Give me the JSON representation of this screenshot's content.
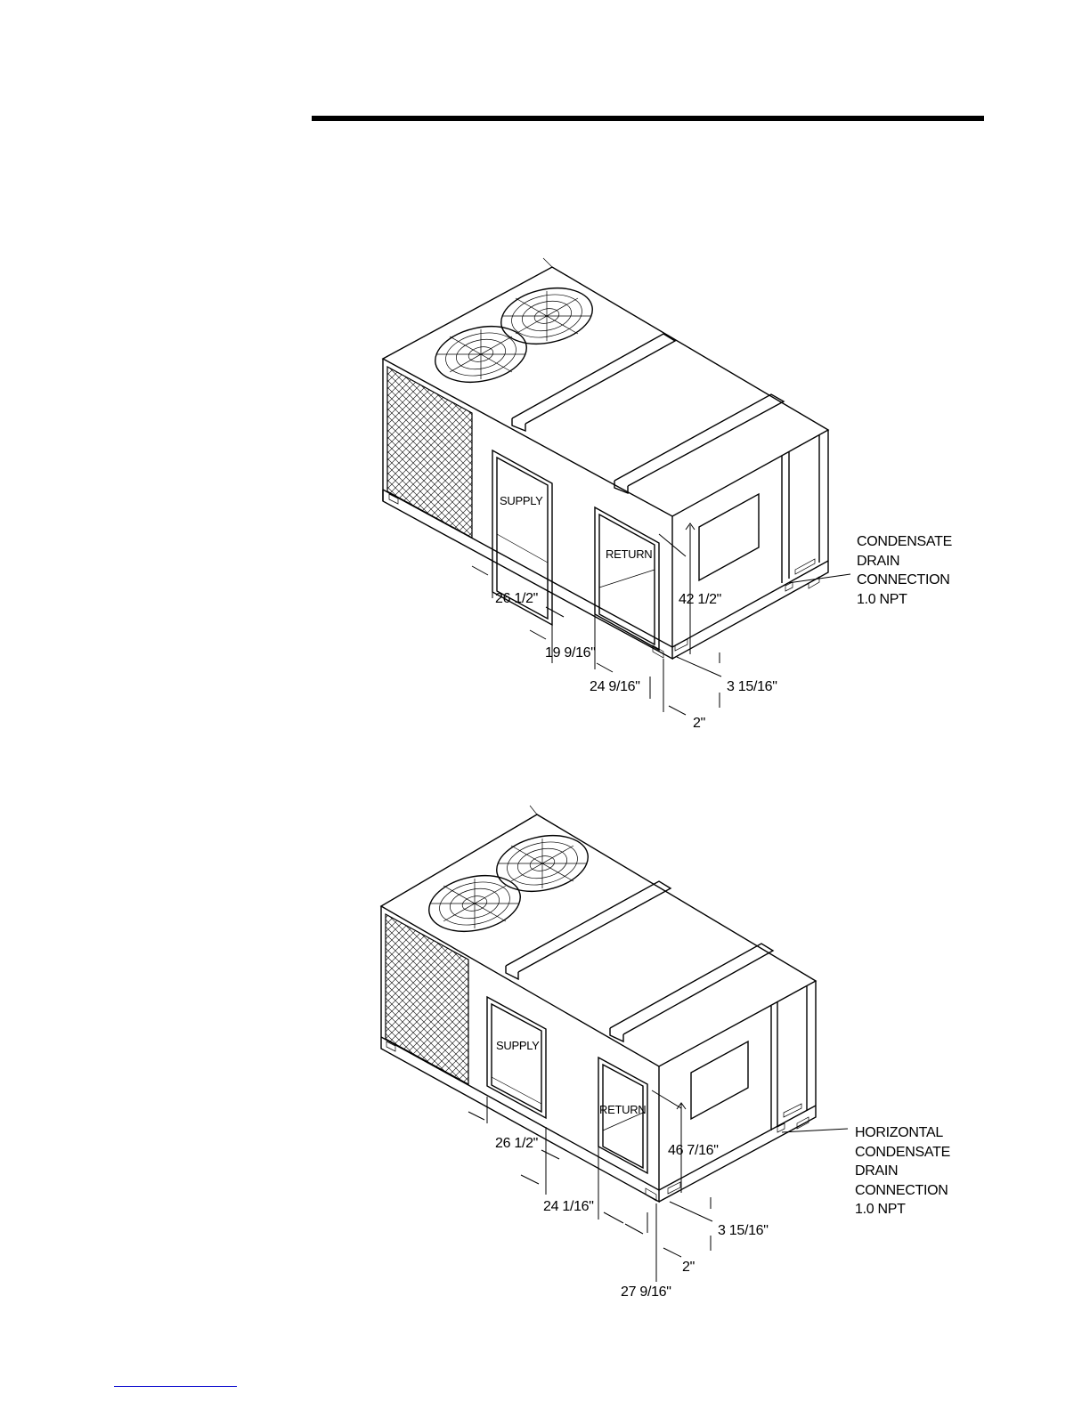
{
  "header": {
    "rule_color": "#000000"
  },
  "figures": [
    {
      "supply_label": "SUPPLY",
      "return_label": "RETURN",
      "dimensions": {
        "d1": "26 1/2\"",
        "d2": "19 9/16\"",
        "d3": "24 9/16\"",
        "d4": "2\"",
        "height": "42 1/2\"",
        "base": "3 15/16\""
      },
      "callout_lines": [
        "CONDENSATE",
        "DRAIN",
        "CONNECTION",
        "1.0 NPT"
      ]
    },
    {
      "supply_label": "SUPPLY",
      "return_label": "RETURN",
      "dimensions": {
        "d1": "26 1/2\"",
        "d2": "24 1/16\"",
        "d3": "27 9/16\"",
        "d4": "2\"",
        "height": "46 7/16\"",
        "base": "3 15/16\""
      },
      "callout_lines": [
        "HORIZONTAL",
        "CONDENSATE",
        "DRAIN",
        "CONNECTION",
        "1.0 NPT"
      ]
    }
  ],
  "footer": {
    "link_color": "#0000cc"
  }
}
